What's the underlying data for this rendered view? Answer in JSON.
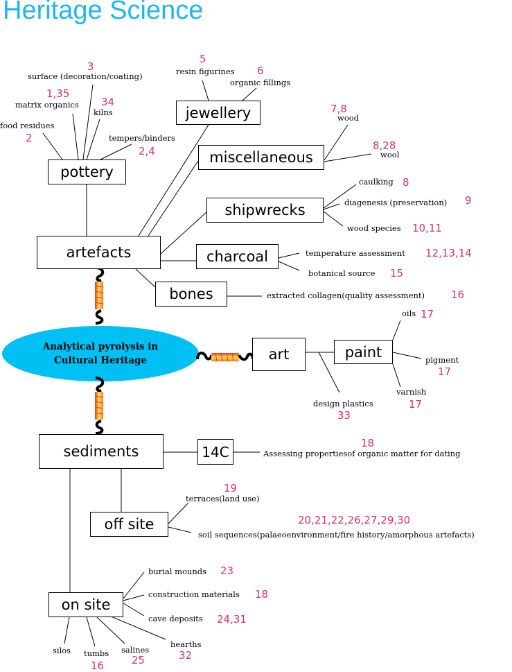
{
  "title": "Heritage Science",
  "center": {
    "line1": "Analytical pyrolysis in",
    "line2": "Cultural Heritage"
  },
  "boxes": {
    "pottery": "pottery",
    "jewellery": "jewellery",
    "miscellaneous": "miscellaneous",
    "shipwrecks": "shipwrecks",
    "artefacts": "artefacts",
    "charcoal": "charcoal",
    "bones": "bones",
    "art": "art",
    "paint": "paint",
    "sediments": "sediments",
    "c14": "14C",
    "off_site": "off site",
    "on_site": "on site"
  },
  "labels": {
    "surface": "surface (decoration/coating)",
    "matrix": "matrix organics",
    "kilns": "kilns",
    "food": "food residues",
    "tempers": "tempers/binders",
    "resin": "resin figurines",
    "organic": "organic fillings",
    "wood": "wood",
    "wool": "wool",
    "caulking": "caulking",
    "diagenesis": "diagenesis (preservation)",
    "wood_species": "wood species",
    "temperature": "temperature assessment",
    "botanical": "botanical source",
    "collagen": "extracted collagen(quality assessment)",
    "oils": "oils",
    "pigment": "pigment",
    "varnish": "varnish",
    "design": "design plastics",
    "assessing": "Assessing propertiesof organic matter for dating",
    "terraces": "terraces(land use)",
    "soil": "soil sequences(palaeoenvironment/fire history/amorphous artefacts)",
    "burial": "burial mounds",
    "construction": "construction materials",
    "cave": "cave deposits",
    "silos": "silos",
    "tumbs": "tumbs",
    "salines": "salines",
    "hearths": "hearths"
  },
  "refs": {
    "surface": "3",
    "matrix": "1,35",
    "kilns": "34",
    "food": "2",
    "tempers": "2,4",
    "resin": "5",
    "organic": "6",
    "wood": "7,8",
    "wool": "8,28",
    "caulking": "8",
    "diagenesis": "9",
    "wood_species": "10,11",
    "temperature": "12,13,14",
    "botanical": "15",
    "collagen": "16",
    "oils": "17",
    "pigment": "17",
    "varnish": "17",
    "design": "33",
    "assessing": "18",
    "terraces": "19",
    "soil": "20,21,22,26,27,29,30",
    "burial": "23",
    "construction": "18",
    "cave": "24,31",
    "tumbs": "16",
    "salines": "25",
    "hearths": "32"
  },
  "colors": {
    "title": "#1fb6ee",
    "ellipse": "#00bff3",
    "reference": "#d6336c",
    "connector_red": "#e8362b",
    "connector_yellow": "#ffe14a"
  }
}
